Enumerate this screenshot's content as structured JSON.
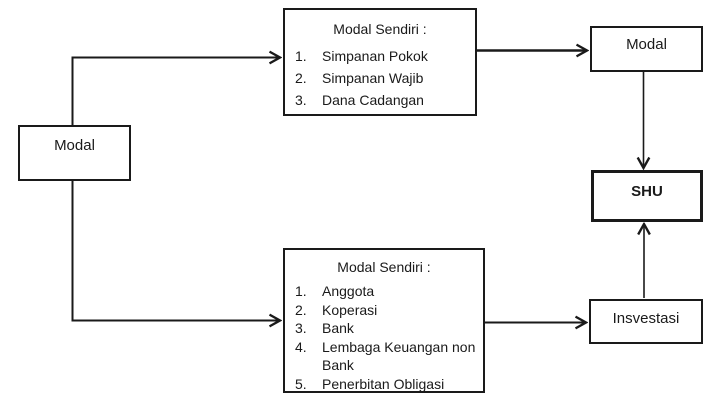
{
  "canvas": {
    "background": "#ffffff",
    "ink": "#1a1a1a"
  },
  "nodes": {
    "source": {
      "label": "Modal"
    },
    "modal_result": {
      "label": "Modal"
    },
    "shu": {
      "label": "SHU"
    },
    "investment": {
      "label": "Insvestasi"
    },
    "equity_top": {
      "title": "Modal Sendiri :",
      "items": [
        {
          "no": "1.",
          "text": "Simpanan Pokok"
        },
        {
          "no": "2.",
          "text": "Simpanan Wajib"
        },
        {
          "no": "3.",
          "text": "Dana Cadangan"
        }
      ]
    },
    "equity_bottom": {
      "title": "Modal Sendiri :",
      "items": [
        {
          "no": "1.",
          "text": "Anggota"
        },
        {
          "no": "2.",
          "text": "Koperasi"
        },
        {
          "no": "3.",
          "text": "Bank"
        },
        {
          "no": "4.",
          "text": "Lembaga Keuangan non Bank"
        },
        {
          "no": "5.",
          "text": "Penerbitan Obligasi"
        }
      ]
    }
  }
}
